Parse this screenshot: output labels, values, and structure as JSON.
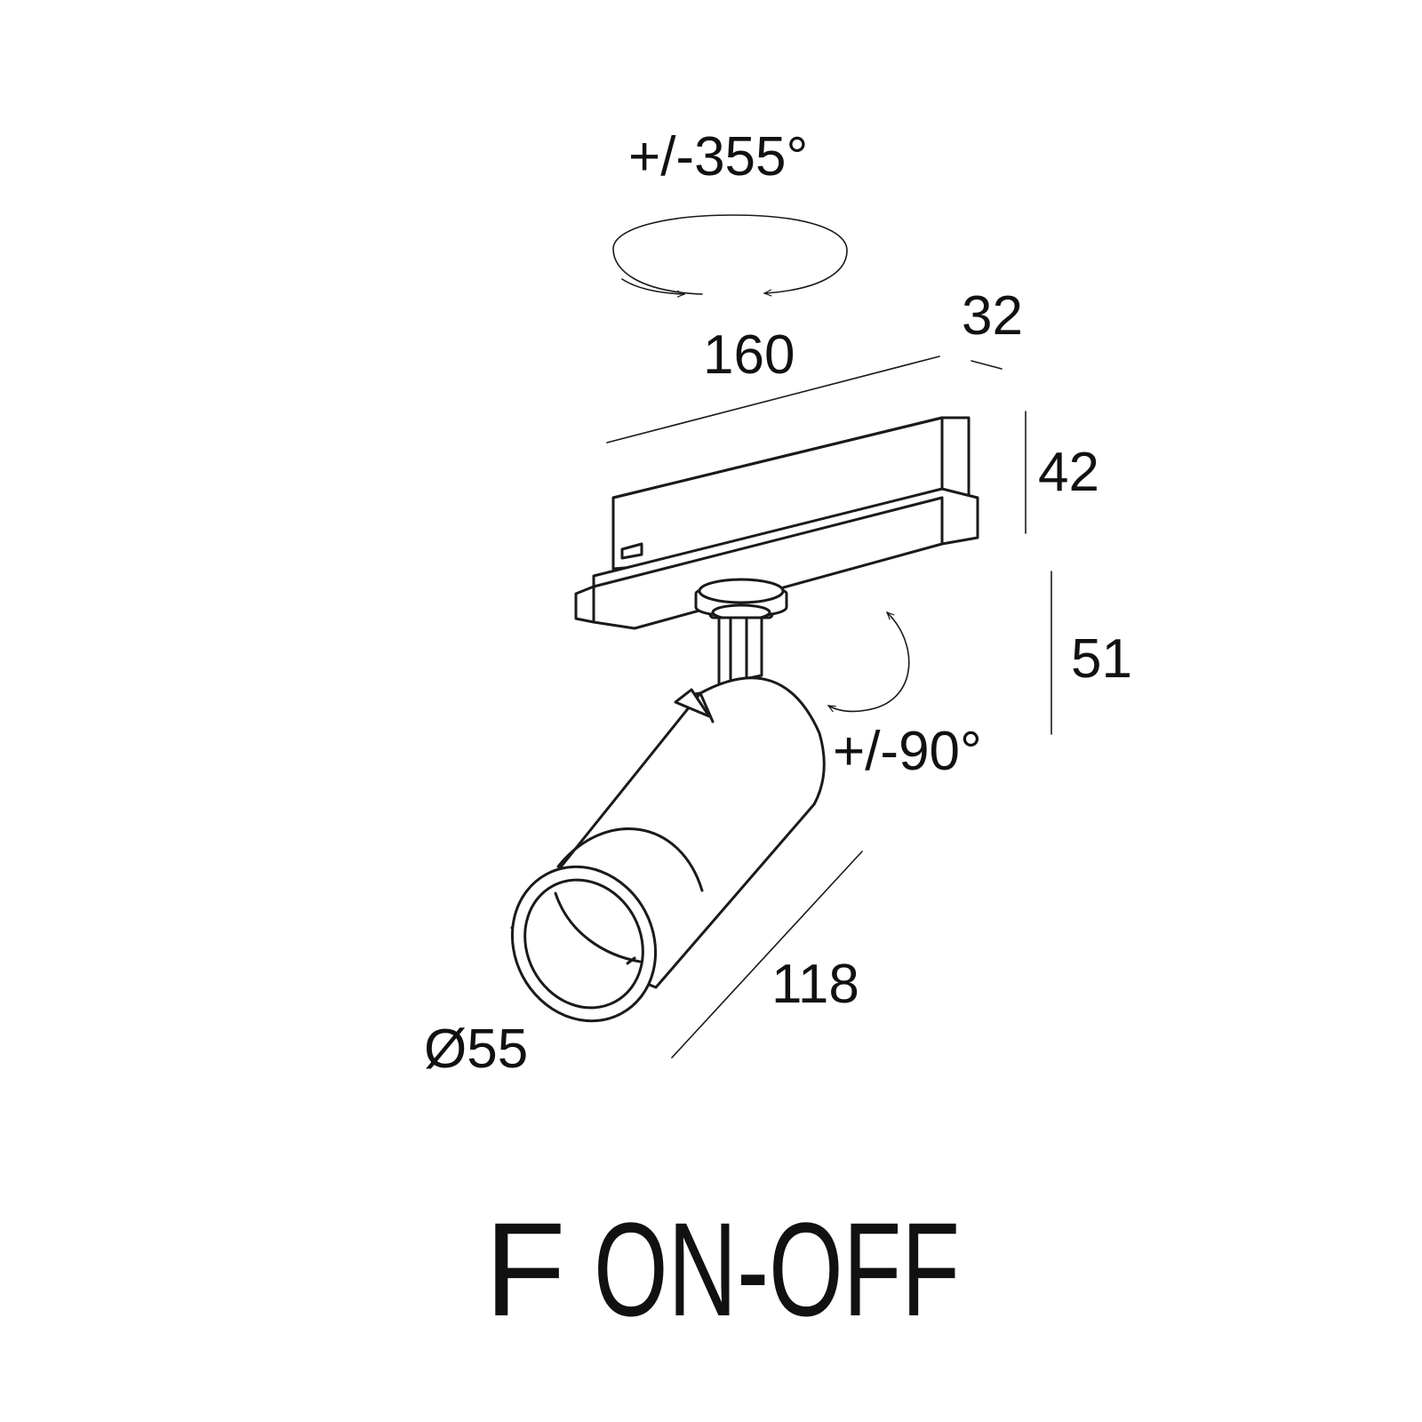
{
  "rotation": {
    "horizontal": "+/-355°",
    "vertical": "+/-90°"
  },
  "dimensions": {
    "track_length": "160",
    "track_width": "32",
    "track_height": "42",
    "stem_height": "51",
    "body_length": "118",
    "diameter": "Ø55"
  },
  "title": {
    "model": "F",
    "mode": "ON-OFF"
  }
}
